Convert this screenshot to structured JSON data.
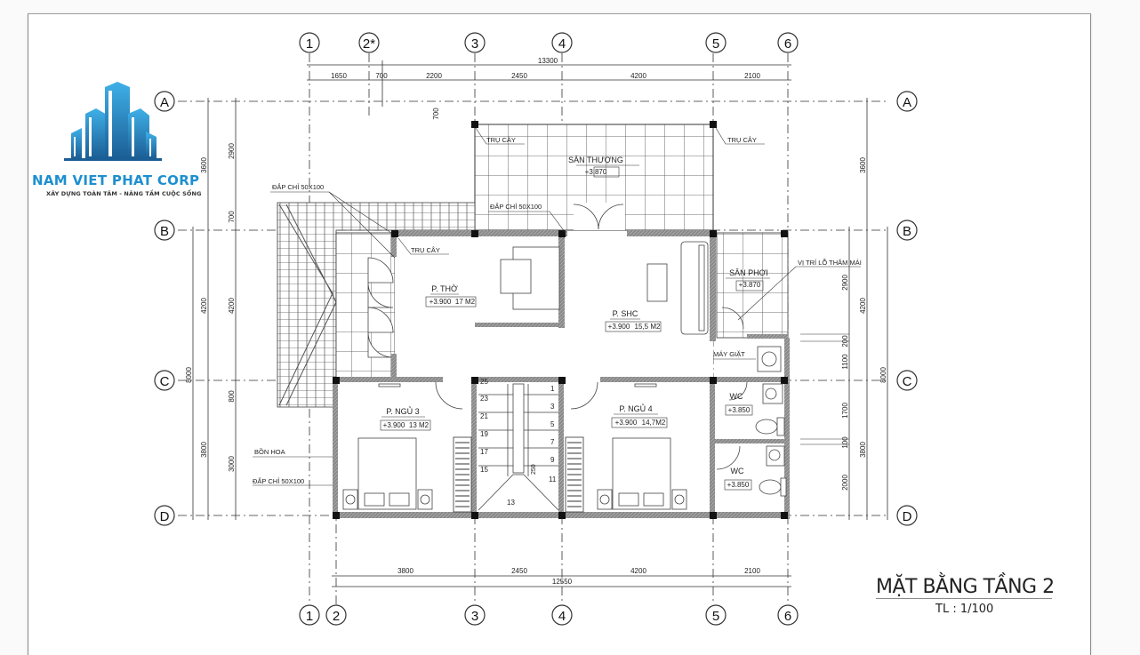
{
  "logo": {
    "company": "NAM VIET PHAT CORP",
    "slogan": "XÂY DỰNG TOÀN TÂM - NÂNG TẦM CUỘC SỐNG",
    "brand_color": "#1e8fcf",
    "icon": "buildings-logo-icon"
  },
  "drawing": {
    "title": "MẶT BẰNG TẦNG 2",
    "scale": "TL : 1/100"
  },
  "grid": {
    "columns_top": [
      "1",
      "2*",
      "3",
      "4",
      "5",
      "6"
    ],
    "columns_bottom": [
      "1",
      "2",
      "3",
      "4",
      "5",
      "6"
    ],
    "rows_left": [
      "A",
      "B",
      "C",
      "D"
    ],
    "rows_right": [
      "A",
      "B",
      "C",
      "D"
    ]
  },
  "dimensions": {
    "top_total": "13300",
    "top": [
      "1650",
      "700",
      "2200",
      "2450",
      "4200",
      "2100"
    ],
    "bottom": [
      "3800",
      "2450",
      "4200",
      "2100"
    ],
    "bottom_total": "12550",
    "left_outer": [
      "3600",
      "4200",
      "3800"
    ],
    "left_outer_total": "8000",
    "left_inner": [
      "2900",
      "700",
      "4200",
      "800",
      "3000"
    ],
    "right_outer": [
      "3600",
      "4200",
      "3800"
    ],
    "right_outer_total": "8000",
    "right_inner": [
      "2900",
      "200",
      "1100",
      "1700",
      "100",
      "2000"
    ],
    "top_side": "700",
    "stair_tread": "250"
  },
  "rooms": [
    {
      "name": "SÂN THƯỢNG",
      "level": "+3.870",
      "area": ""
    },
    {
      "name": "P. THỜ",
      "level": "+3.900",
      "area": "17 M2"
    },
    {
      "name": "P. SHC",
      "level": "+3.900",
      "area": "15,5 M2"
    },
    {
      "name": "SÂN PHƠI",
      "level": "+3.870",
      "area": ""
    },
    {
      "name": "P. NGỦ 3",
      "level": "+3.900",
      "area": "13 M2"
    },
    {
      "name": "P. NGỦ 4",
      "level": "+3.900",
      "area": "14,7M2"
    },
    {
      "name": "WC",
      "level": "+3.850",
      "area": ""
    },
    {
      "name": "WC",
      "level": "+3.850",
      "area": ""
    }
  ],
  "annotations": {
    "tru_cay": "TRỤ CÂY",
    "dap_chi": "ĐẮP CHỈ 50X100",
    "bon_hoa": "BỒN HOA",
    "may_giat": "MÁY GIẶT",
    "vi_tri_lo": "VỊ TRÍ LỖ THĂM MÁI"
  },
  "stairs": {
    "left_steps": [
      "25",
      "23",
      "21",
      "19",
      "17",
      "15"
    ],
    "right_steps": [
      "1",
      "3",
      "5",
      "7",
      "9",
      "11"
    ],
    "landing": "13"
  }
}
